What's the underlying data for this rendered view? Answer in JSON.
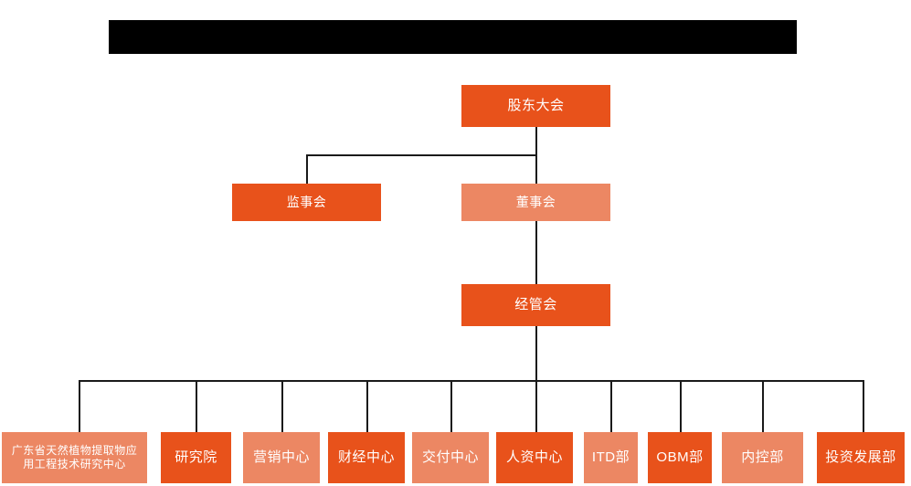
{
  "banner": {
    "label": "",
    "color": "#000000",
    "note": "redacted-title-bar"
  },
  "palette": {
    "dark_orange": "#e8521b",
    "light_salmon": "#ec8763",
    "connector": "#1a1a1a",
    "background": "#ffffff",
    "text": "#ffffff"
  },
  "chart_data": {
    "type": "diagram",
    "title": "",
    "layout": "top-down organizational hierarchy",
    "levels": 4,
    "nodes": [
      {
        "id": "shareholders",
        "label": "股东大会",
        "level": 1,
        "tone": "dark"
      },
      {
        "id": "supervisors",
        "label": "监事会",
        "level": 2,
        "tone": "dark"
      },
      {
        "id": "directors",
        "label": "董事会",
        "level": 2,
        "tone": "light"
      },
      {
        "id": "management",
        "label": "经管会",
        "level": 3,
        "tone": "dark"
      },
      {
        "id": "gd-center",
        "label": "广东省天然植物提取物应\n用工程技术研究中心",
        "level": 4,
        "tone": "light"
      },
      {
        "id": "research",
        "label": "研究院",
        "level": 4,
        "tone": "dark"
      },
      {
        "id": "marketing",
        "label": "营销中心",
        "level": 4,
        "tone": "light"
      },
      {
        "id": "finance",
        "label": "财经中心",
        "level": 4,
        "tone": "dark"
      },
      {
        "id": "delivery",
        "label": "交付中心",
        "level": 4,
        "tone": "light"
      },
      {
        "id": "hr",
        "label": "人资中心",
        "level": 4,
        "tone": "dark"
      },
      {
        "id": "itd",
        "label": "ITD部",
        "level": 4,
        "tone": "light"
      },
      {
        "id": "obm",
        "label": "OBM部",
        "level": 4,
        "tone": "dark"
      },
      {
        "id": "internal",
        "label": "内控部",
        "level": 4,
        "tone": "light"
      },
      {
        "id": "investment",
        "label": "投资发展部",
        "level": 4,
        "tone": "dark"
      }
    ],
    "edges": [
      {
        "from": "shareholders",
        "to": "supervisors"
      },
      {
        "from": "shareholders",
        "to": "directors"
      },
      {
        "from": "directors",
        "to": "management"
      },
      {
        "from": "management",
        "to": "gd-center"
      },
      {
        "from": "management",
        "to": "research"
      },
      {
        "from": "management",
        "to": "marketing"
      },
      {
        "from": "management",
        "to": "finance"
      },
      {
        "from": "management",
        "to": "delivery"
      },
      {
        "from": "management",
        "to": "hr"
      },
      {
        "from": "management",
        "to": "itd"
      },
      {
        "from": "management",
        "to": "obm"
      },
      {
        "from": "management",
        "to": "internal"
      },
      {
        "from": "management",
        "to": "investment"
      }
    ]
  }
}
